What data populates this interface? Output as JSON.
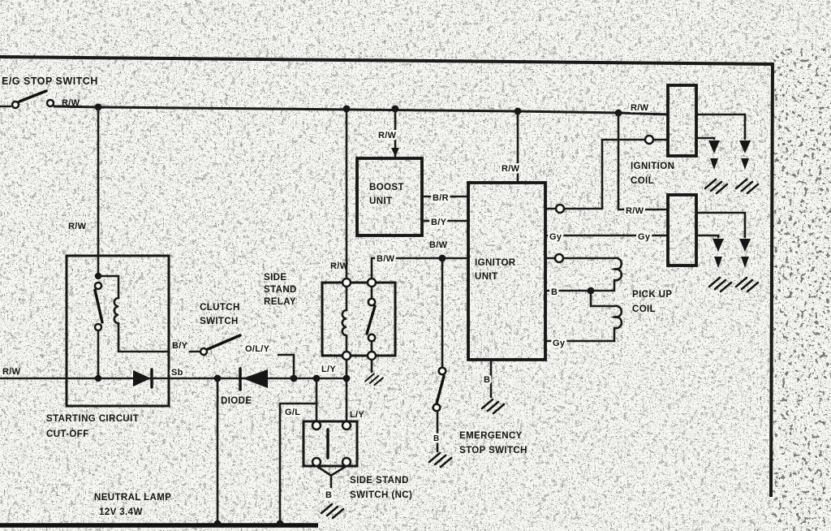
{
  "diagram": {
    "kind": "ignition-system-wiring-schematic",
    "colors": {
      "ink": "#1a1a1a",
      "paper": "#f6f6f2"
    }
  },
  "components": {
    "eg_stop_switch": {
      "label": "E/G STOP SWITCH"
    },
    "starting_circuit_cutoff": {
      "line1": "STARTING CIRCUIT",
      "line2": "CUT-OFF"
    },
    "clutch_switch": {
      "line1": "CLUTCH",
      "line2": "SWITCH"
    },
    "diode": {
      "label": "DIODE"
    },
    "neutral_lamp": {
      "line1": "NEUTRAL LAMP",
      "line2": "12V 3.4W"
    },
    "side_stand_relay": {
      "line1": "SIDE",
      "line2": "STAND",
      "line3": "RELAY"
    },
    "side_stand_switch": {
      "line1": "SIDE STAND",
      "line2": "SWITCH (NC)"
    },
    "emergency_stop_switch": {
      "line1": "EMERGENCY",
      "line2": "STOP SWITCH"
    },
    "boost_unit": {
      "line1": "BOOST",
      "line2": "UNIT"
    },
    "ignitor_unit": {
      "line1": "IGNITOR",
      "line2": "UNIT"
    },
    "ignition_coil": {
      "line1": "IGNITION",
      "line2": "COIL"
    },
    "pickup_coil": {
      "line1": "PICK UP",
      "line2": "COIL"
    }
  },
  "wires": {
    "rw_eg_switch": "R/W",
    "rw_left_drop": "R/W",
    "rw_main_left": "R/W",
    "by_cutoff_out": "B/Y",
    "sb_cutoff_out": "Sb",
    "oly_clutch_out": "O/L/Y",
    "rw_relay_coil": "R/W",
    "ly_relay_bottom": "L/Y",
    "ly_stand_switch": "L/Y",
    "gl_branch": "G/L",
    "bw_relay_out": "B/W",
    "bw_ignitor_in": "B/W",
    "rw_boost_in": "R/W",
    "br_boost_out": "B/R",
    "by_boost_out": "B/Y",
    "rw_ignitor_in": "R/W",
    "gy_ignitor_out": "Gy",
    "gy_coil2_in": "Gy",
    "b_ignitor_right": "B",
    "gy_pickup_low": "Gy",
    "b_ignitor_gnd": "B",
    "b_emergency_gnd": "B",
    "b_stand_gnd": "B",
    "rw_coil1_in": "R/W",
    "rw_coil2_in": "R/W"
  }
}
